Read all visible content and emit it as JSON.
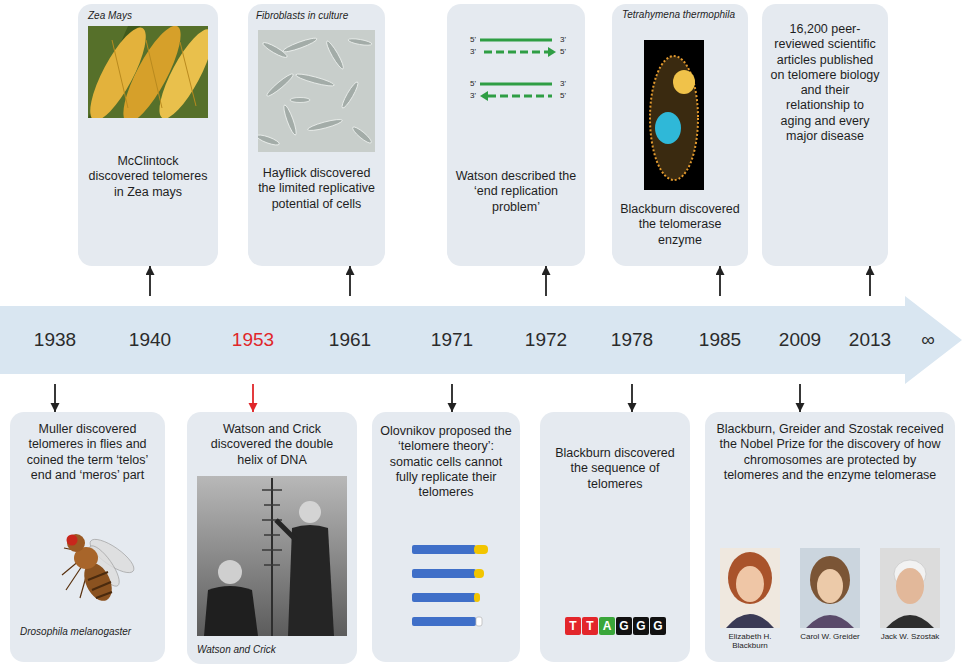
{
  "diagram": {
    "nodes": [
      {
        "text": [
          "Zea Mays",
          "McClintock discovered telomeres in Zea mays"
        ]
      },
      {
        "text": [
          "Fibroblasts in culture",
          "Hayflick discovered the limited replicative potential of cells"
        ]
      },
      {
        "text": [
          "Watson described the ‘end replication problem’"
        ]
      },
      {
        "text": [
          "Tetrahymena thermophila",
          "Blackburn discovered the telomerase enzyme"
        ]
      },
      {
        "text": [
          "16,200 peer-reviewed scientific articles published on telomere biology and their relationship to aging and every major disease"
        ]
      },
      {
        "text": [
          "1938",
          "1940",
          "1953",
          "1961",
          "1971",
          "1972",
          "1978",
          "1985",
          "2009",
          "2013",
          "∞"
        ]
      },
      {
        "text": [
          "Muller discovered telomeres in flies and coined the term ‘telos’ end and ‘meros’ part",
          "Drosophila melanogaster"
        ]
      },
      {
        "text": [
          "Watson and Crick discovered the double helix of DNA",
          "Watson and Crick"
        ]
      },
      {
        "text": [
          "Olovnikov proposed the ‘telomere theory’: somatic cells cannot fully replicate their telomeres"
        ]
      },
      {
        "text": [
          "Blackburn discovered the sequence of telomeres"
        ]
      },
      {
        "text": [
          "T"
        ],
        "in": 9
      },
      {
        "text": [
          "T"
        ],
        "in": 9
      },
      {
        "text": [
          "A"
        ],
        "in": 9
      },
      {
        "text": [
          "G"
        ],
        "in": 9
      },
      {
        "text": [
          "G"
        ],
        "in": 9
      },
      {
        "text": [
          "G"
        ],
        "in": 9
      },
      {
        "text": [
          "Blackburn, Greider and Szostak received the Nobel Prize for the discovery of how chromosomes are protected by telomeres and the enzyme telomerase",
          "Elizabeth H. Blackburn",
          "Carol W. Greider",
          "Jack W. Szostak"
        ]
      }
    ],
    "edges": [
      {
        "from": 5,
        "to": 6,
        "arrow": "to"
      },
      {
        "from": 5,
        "to": 0,
        "arrow": "to"
      },
      {
        "from": 5,
        "to": 7,
        "arrow": "to"
      },
      {
        "from": 5,
        "to": 1,
        "arrow": "to"
      },
      {
        "from": 5,
        "to": 8,
        "arrow": "to"
      },
      {
        "from": 5,
        "to": 2,
        "arrow": "to"
      },
      {
        "from": 5,
        "to": 9,
        "arrow": "to"
      },
      {
        "from": 5,
        "to": 3,
        "arrow": "to"
      },
      {
        "from": 5,
        "to": 16,
        "arrow": "to"
      },
      {
        "from": 5,
        "to": 4,
        "arrow": "to"
      }
    ],
    "labels": [
      "5'",
      "3'",
      "3'",
      "5'",
      "5'",
      "3'",
      "3'",
      "5'"
    ]
  }
}
